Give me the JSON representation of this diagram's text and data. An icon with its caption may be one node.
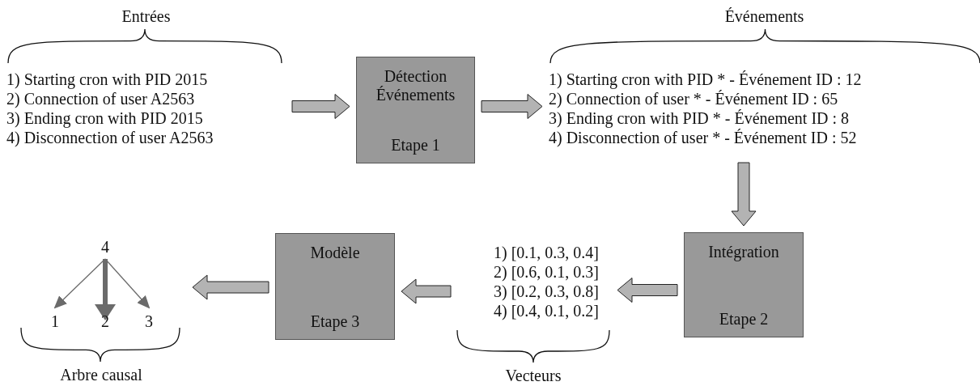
{
  "diagram": {
    "nodes": [
      {
        "text": [
          "Entrées",
          "1) Starting cron with PID 2015",
          "2) Connection of user A2563",
          "3) Ending cron with PID 2015",
          "4) Disconnection of user A2563"
        ]
      },
      {
        "text": [
          "Détection Événements",
          "Etape 1"
        ]
      },
      {
        "text": [
          "Événements",
          "1) Starting cron with PID * - Événement ID : 12",
          "2) Connection of user * - Événement ID : 65",
          "3) Ending cron with PID * - Événement ID : 8",
          "4) Disconnection of user * - Événement ID : 52"
        ]
      },
      {
        "text": [
          "Intégration",
          "Etape 2"
        ]
      },
      {
        "text": [
          "1) [0.1, 0.3, 0.4]",
          "2) [0.6, 0.1, 0.3]",
          "3) [0.2, 0.3, 0.8]",
          "4) [0.4, 0.1, 0.2]",
          "Vecteurs"
        ]
      },
      {
        "text": [
          "Modèle",
          "Etape 3"
        ]
      },
      {
        "text": [
          "Arbre causal"
        ]
      },
      {
        "text": [
          "4"
        ],
        "in": 6
      },
      {
        "text": [
          "1"
        ],
        "in": 6
      },
      {
        "text": [
          "2"
        ],
        "in": 6
      },
      {
        "text": [
          "3"
        ],
        "in": 6
      }
    ],
    "edges": [
      {
        "from": 0,
        "to": 1,
        "arrow": "to"
      },
      {
        "from": 1,
        "to": 2,
        "arrow": "to"
      },
      {
        "from": 2,
        "to": 3,
        "arrow": "to"
      },
      {
        "from": 3,
        "to": 4,
        "arrow": "to"
      },
      {
        "from": 4,
        "to": 5,
        "arrow": "to"
      },
      {
        "from": 5,
        "to": 6,
        "arrow": "to"
      },
      {
        "from": 7,
        "to": 8,
        "arrow": "to"
      },
      {
        "from": 7,
        "to": 9,
        "arrow": "to",
        "style": "thick"
      },
      {
        "from": 7,
        "to": 10,
        "arrow": "to"
      }
    ]
  }
}
